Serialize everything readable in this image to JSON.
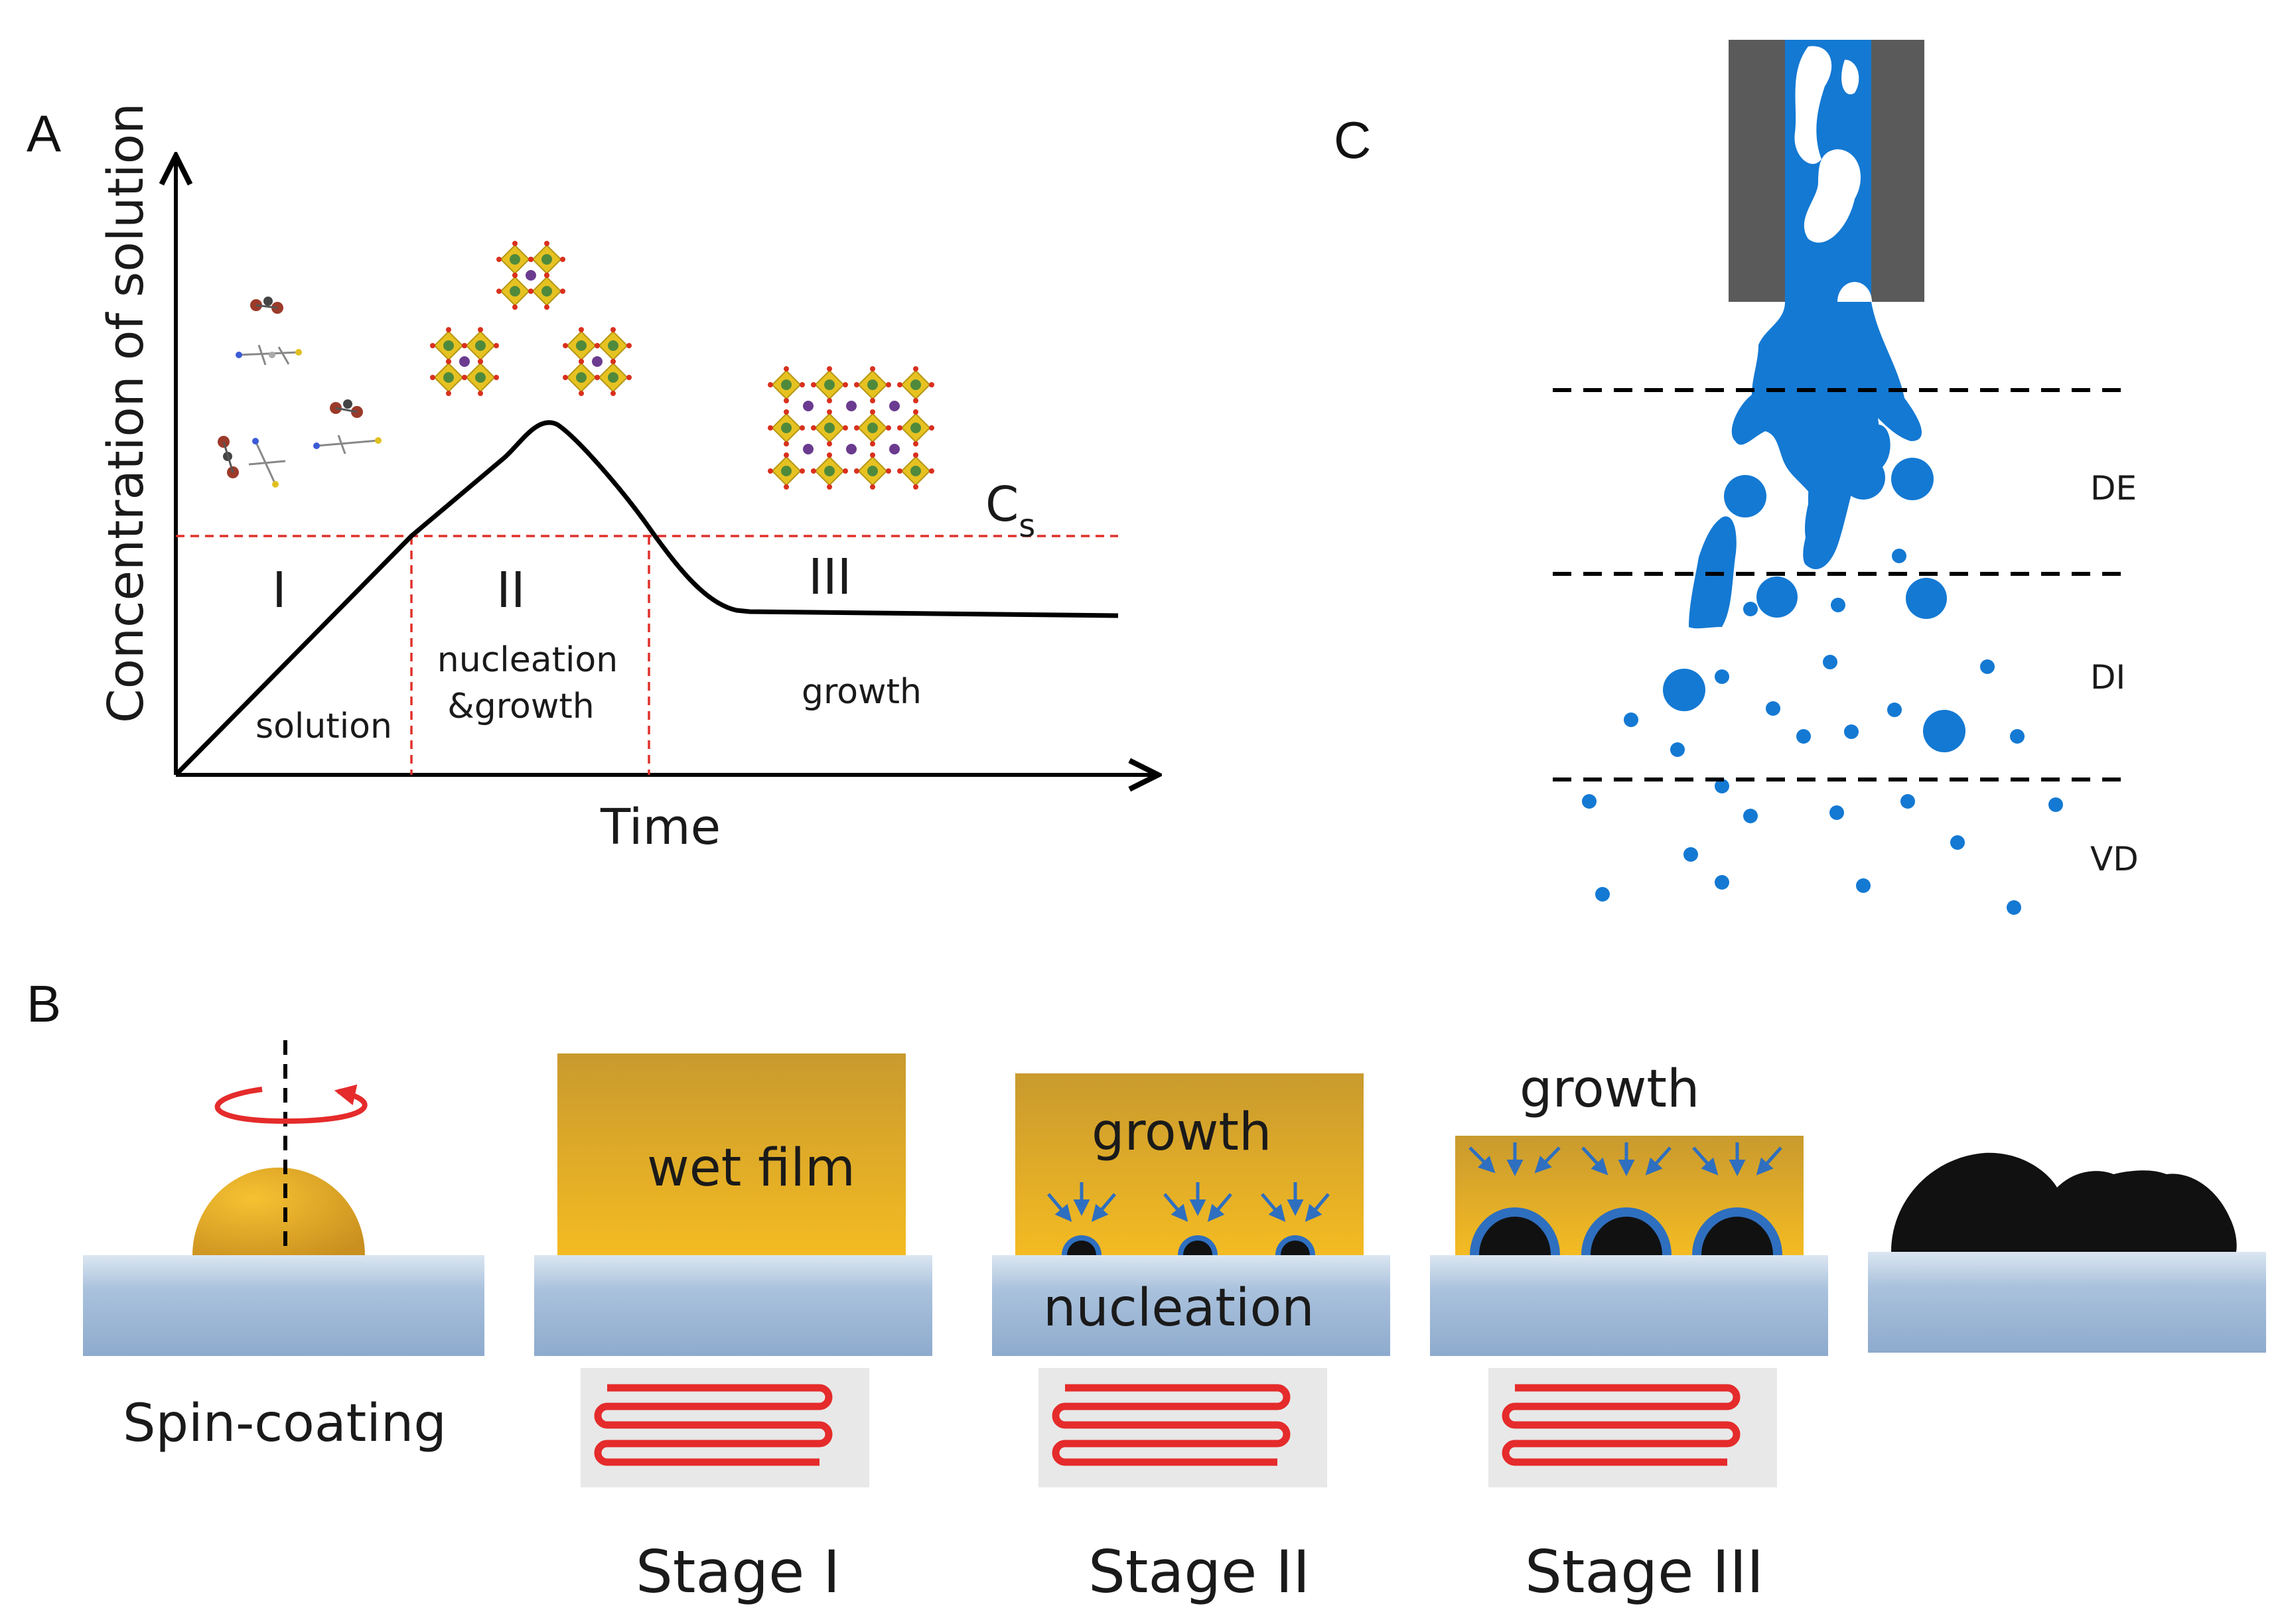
{
  "panels": {
    "a": "A",
    "b": "B",
    "c": "C"
  },
  "panel_a": {
    "ylabel": "Concentration of solution",
    "xlabel": "Time",
    "cs_label": "C",
    "cs_sub": "s",
    "regions": [
      {
        "numeral": "I",
        "text_lines": [
          "solution"
        ]
      },
      {
        "numeral": "II",
        "text_lines": [
          "nucleation",
          "&growth"
        ]
      },
      {
        "numeral": "III",
        "text_lines": [
          "growth"
        ]
      }
    ],
    "colors": {
      "curve": "#000000",
      "guide": "#e0312b"
    }
  },
  "panel_b": {
    "step_labels": [
      "Spin-coating",
      "Stage I",
      "Stage II",
      "Stage III"
    ],
    "wet_film": "wet film",
    "growth_stage2": "growth",
    "nucleation": "nucleation",
    "growth_stage3": "growth",
    "colors": {
      "film": "#f2b625",
      "substrate": "#9fb9d6",
      "crystal": "#111111",
      "heater": "#e52b2b",
      "arrow": "#2f6fbf"
    }
  },
  "panel_c": {
    "zones": [
      "DE",
      "DI",
      "VD"
    ],
    "colors": {
      "jet": "#1479d3",
      "nozzle": "#5a5a5a"
    }
  }
}
